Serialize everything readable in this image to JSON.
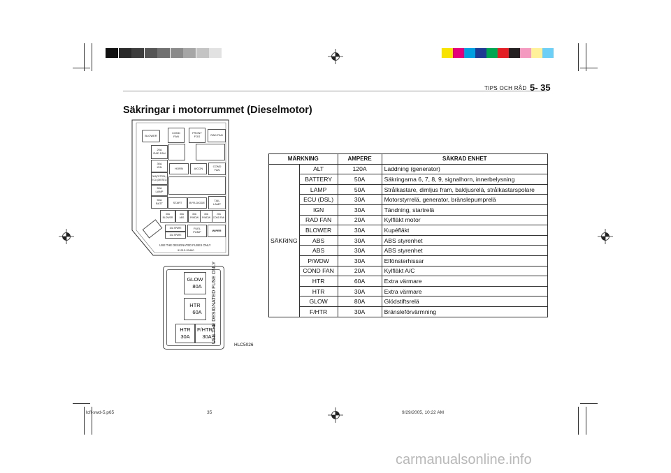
{
  "header": {
    "section": "TIPS OCH RÅD",
    "page": "5- 35"
  },
  "title": "Säkringar i motorrummet (Dieselmotor)",
  "colors": {
    "gray_strip": [
      "#111111",
      "#2a2a2a",
      "#3d3d3d",
      "#555555",
      "#707070",
      "#8a8a8a",
      "#a6a6a6",
      "#c4c4c4",
      "#e2e2e2"
    ],
    "color_strip": [
      "#f7e200",
      "#e3007a",
      "#00a0e0",
      "#1f3a93",
      "#00a551",
      "#e31e24",
      "#231f20",
      "#f49ac1",
      "#fff09a",
      "#6dcff6"
    ]
  },
  "fusebox": {
    "top_labels": [
      "BLOWER",
      "COND\nFAN",
      "FRONT\nFOG",
      "RAD FAN"
    ],
    "left_fuses": [
      "20A\nRAD FAN",
      "30A\nIGN",
      "30A(PETROL)\nECU (DIESEL)",
      "50A\nLAMP",
      "50A\nBATT"
    ],
    "middle_labels": [
      "HORN",
      "A/CON",
      "COND\nFAN",
      "START",
      "BYR-DIODE",
      "TAIL\nLAMP"
    ],
    "bottom_fuses": [
      "30A\nBLOWER",
      "30A\nABS",
      "30A\nP/WDW",
      "30A\nP/WDW",
      "20A\nCOND FAN"
    ],
    "spare": [
      "10A SPARE",
      "10A SPARE"
    ],
    "fuel_pump": "FUEL\nPUMP",
    "wiper": "WIPER",
    "note": "USE THE DESIGNATED FUSES ONLY",
    "part_no": "91213-20460"
  },
  "glowbox": {
    "fuses": [
      {
        "name": "GLOW",
        "amp": "80A"
      },
      {
        "name": "HTR",
        "amp": "60A"
      },
      {
        "name": "HTR",
        "amp": "30A"
      },
      {
        "name": "F/HTR",
        "amp": "30A"
      }
    ],
    "side_text": "USE THE DESIGNATED FUSE ONLY"
  },
  "figure_code": "HLC5026",
  "table": {
    "headers": [
      "MÄRKNING",
      "AMPERE",
      "SÄKRAD ENHET"
    ],
    "group": "SÄKRING",
    "rows": [
      {
        "label": "ALT",
        "amp": "120A",
        "unit": "Laddning (generator)"
      },
      {
        "label": "BATTERY",
        "amp": "50A",
        "unit": "Säkringarna 6, 7, 8, 9, signalhorn, innerbelysning"
      },
      {
        "label": "LAMP",
        "amp": "50A",
        "unit": "Strålkastare, dimljus fram, bakljusrelä, strålkastarspolare"
      },
      {
        "label": "ECU (DSL)",
        "amp": "30A",
        "unit": "Motorstyrrelä, generator, bränslepumprelä"
      },
      {
        "label": "IGN",
        "amp": "30A",
        "unit": "Tändning, startrelä"
      },
      {
        "label": "RAD FAN",
        "amp": "20A",
        "unit": "Kylfläkt motor"
      },
      {
        "label": "BLOWER",
        "amp": "30A",
        "unit": "Kupéfläkt"
      },
      {
        "label": "ABS",
        "amp": "30A",
        "unit": "ABS styrenhet"
      },
      {
        "label": "ABS",
        "amp": "30A",
        "unit": "ABS styrenhet"
      },
      {
        "label": "P/WDW",
        "amp": "30A",
        "unit": "Elfönsterhissar"
      },
      {
        "label": "COND FAN",
        "amp": "20A",
        "unit": "Kylfläkt A/C"
      },
      {
        "label": "HTR",
        "amp": "60A",
        "unit": "Extra värmare"
      },
      {
        "label": "HTR",
        "amp": "30A",
        "unit": "Extra värmare"
      },
      {
        "label": "GLOW",
        "amp": "80A",
        "unit": "Glödstiftsrelä"
      },
      {
        "label": "F/HTR",
        "amp": "30A",
        "unit": "Bränsleförvärmning"
      }
    ]
  },
  "footer": {
    "file": "lcfl-swd-5.p65",
    "page_num": "35",
    "date": "9/29/2005, 10:22 AM"
  },
  "watermark": "carmanualsonline.info"
}
